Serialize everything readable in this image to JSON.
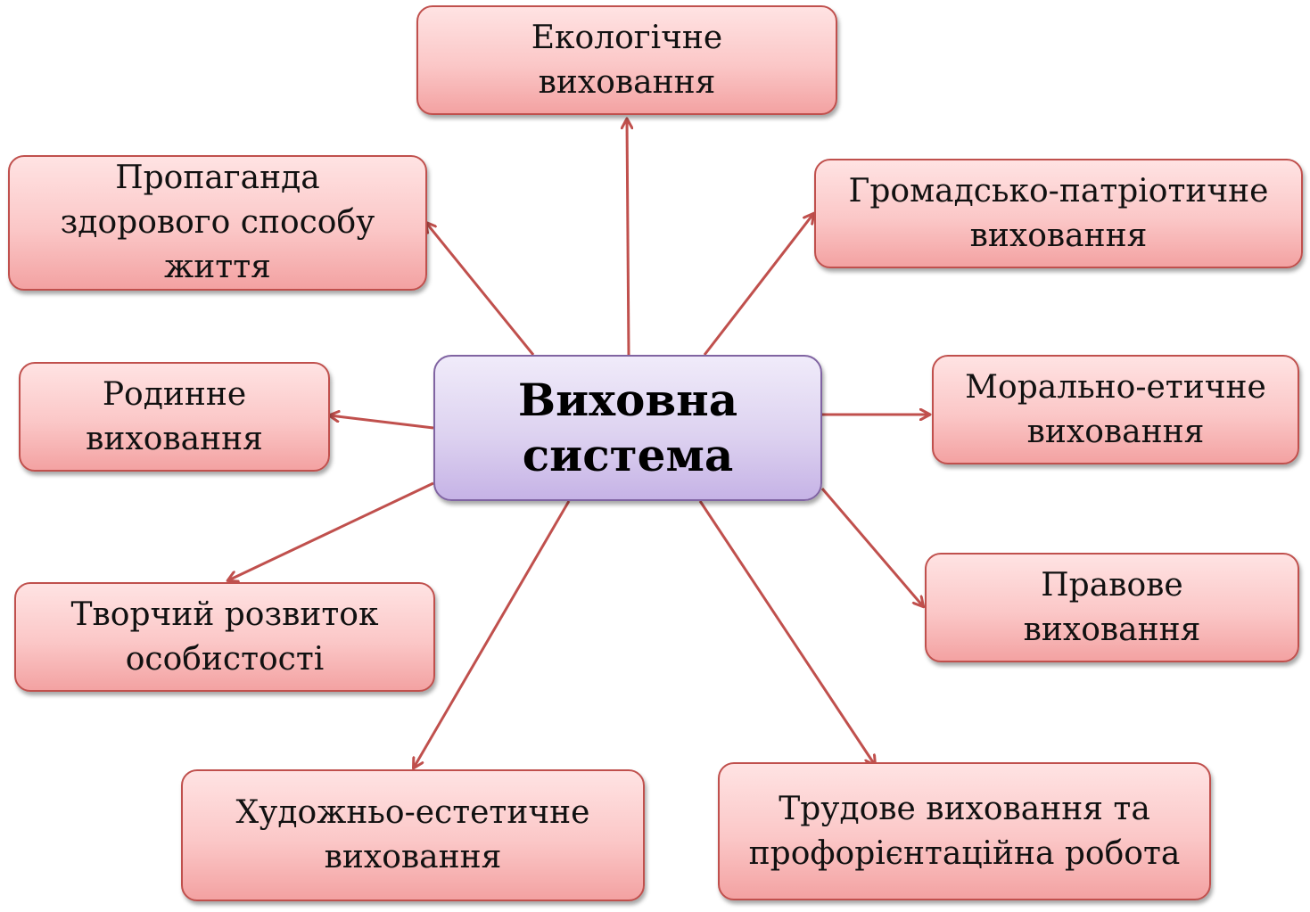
{
  "center": {
    "label": "Виховна система"
  },
  "nodes": [
    {
      "id": "ecological",
      "label": "Екологічне виховання"
    },
    {
      "id": "civic-patriotic",
      "label": "Громадсько-патріотичне виховання"
    },
    {
      "id": "moral-ethical",
      "label": "Морально-етичне виховання"
    },
    {
      "id": "legal",
      "label": "Правове виховання"
    },
    {
      "id": "labor-career",
      "label": "Трудове виховання та профорієнтаційна робота"
    },
    {
      "id": "artistic-aesthetic",
      "label": "Художньо-естетичне виховання"
    },
    {
      "id": "creative-development",
      "label": "Творчий розвиток особистості"
    },
    {
      "id": "family",
      "label": "Родинне виховання"
    },
    {
      "id": "healthy-lifestyle",
      "label": "Пропаганда здорового способу життя"
    }
  ],
  "colors": {
    "arrow": "#c0504d",
    "node_border": "#c0504d",
    "center_border": "#8064a2"
  }
}
